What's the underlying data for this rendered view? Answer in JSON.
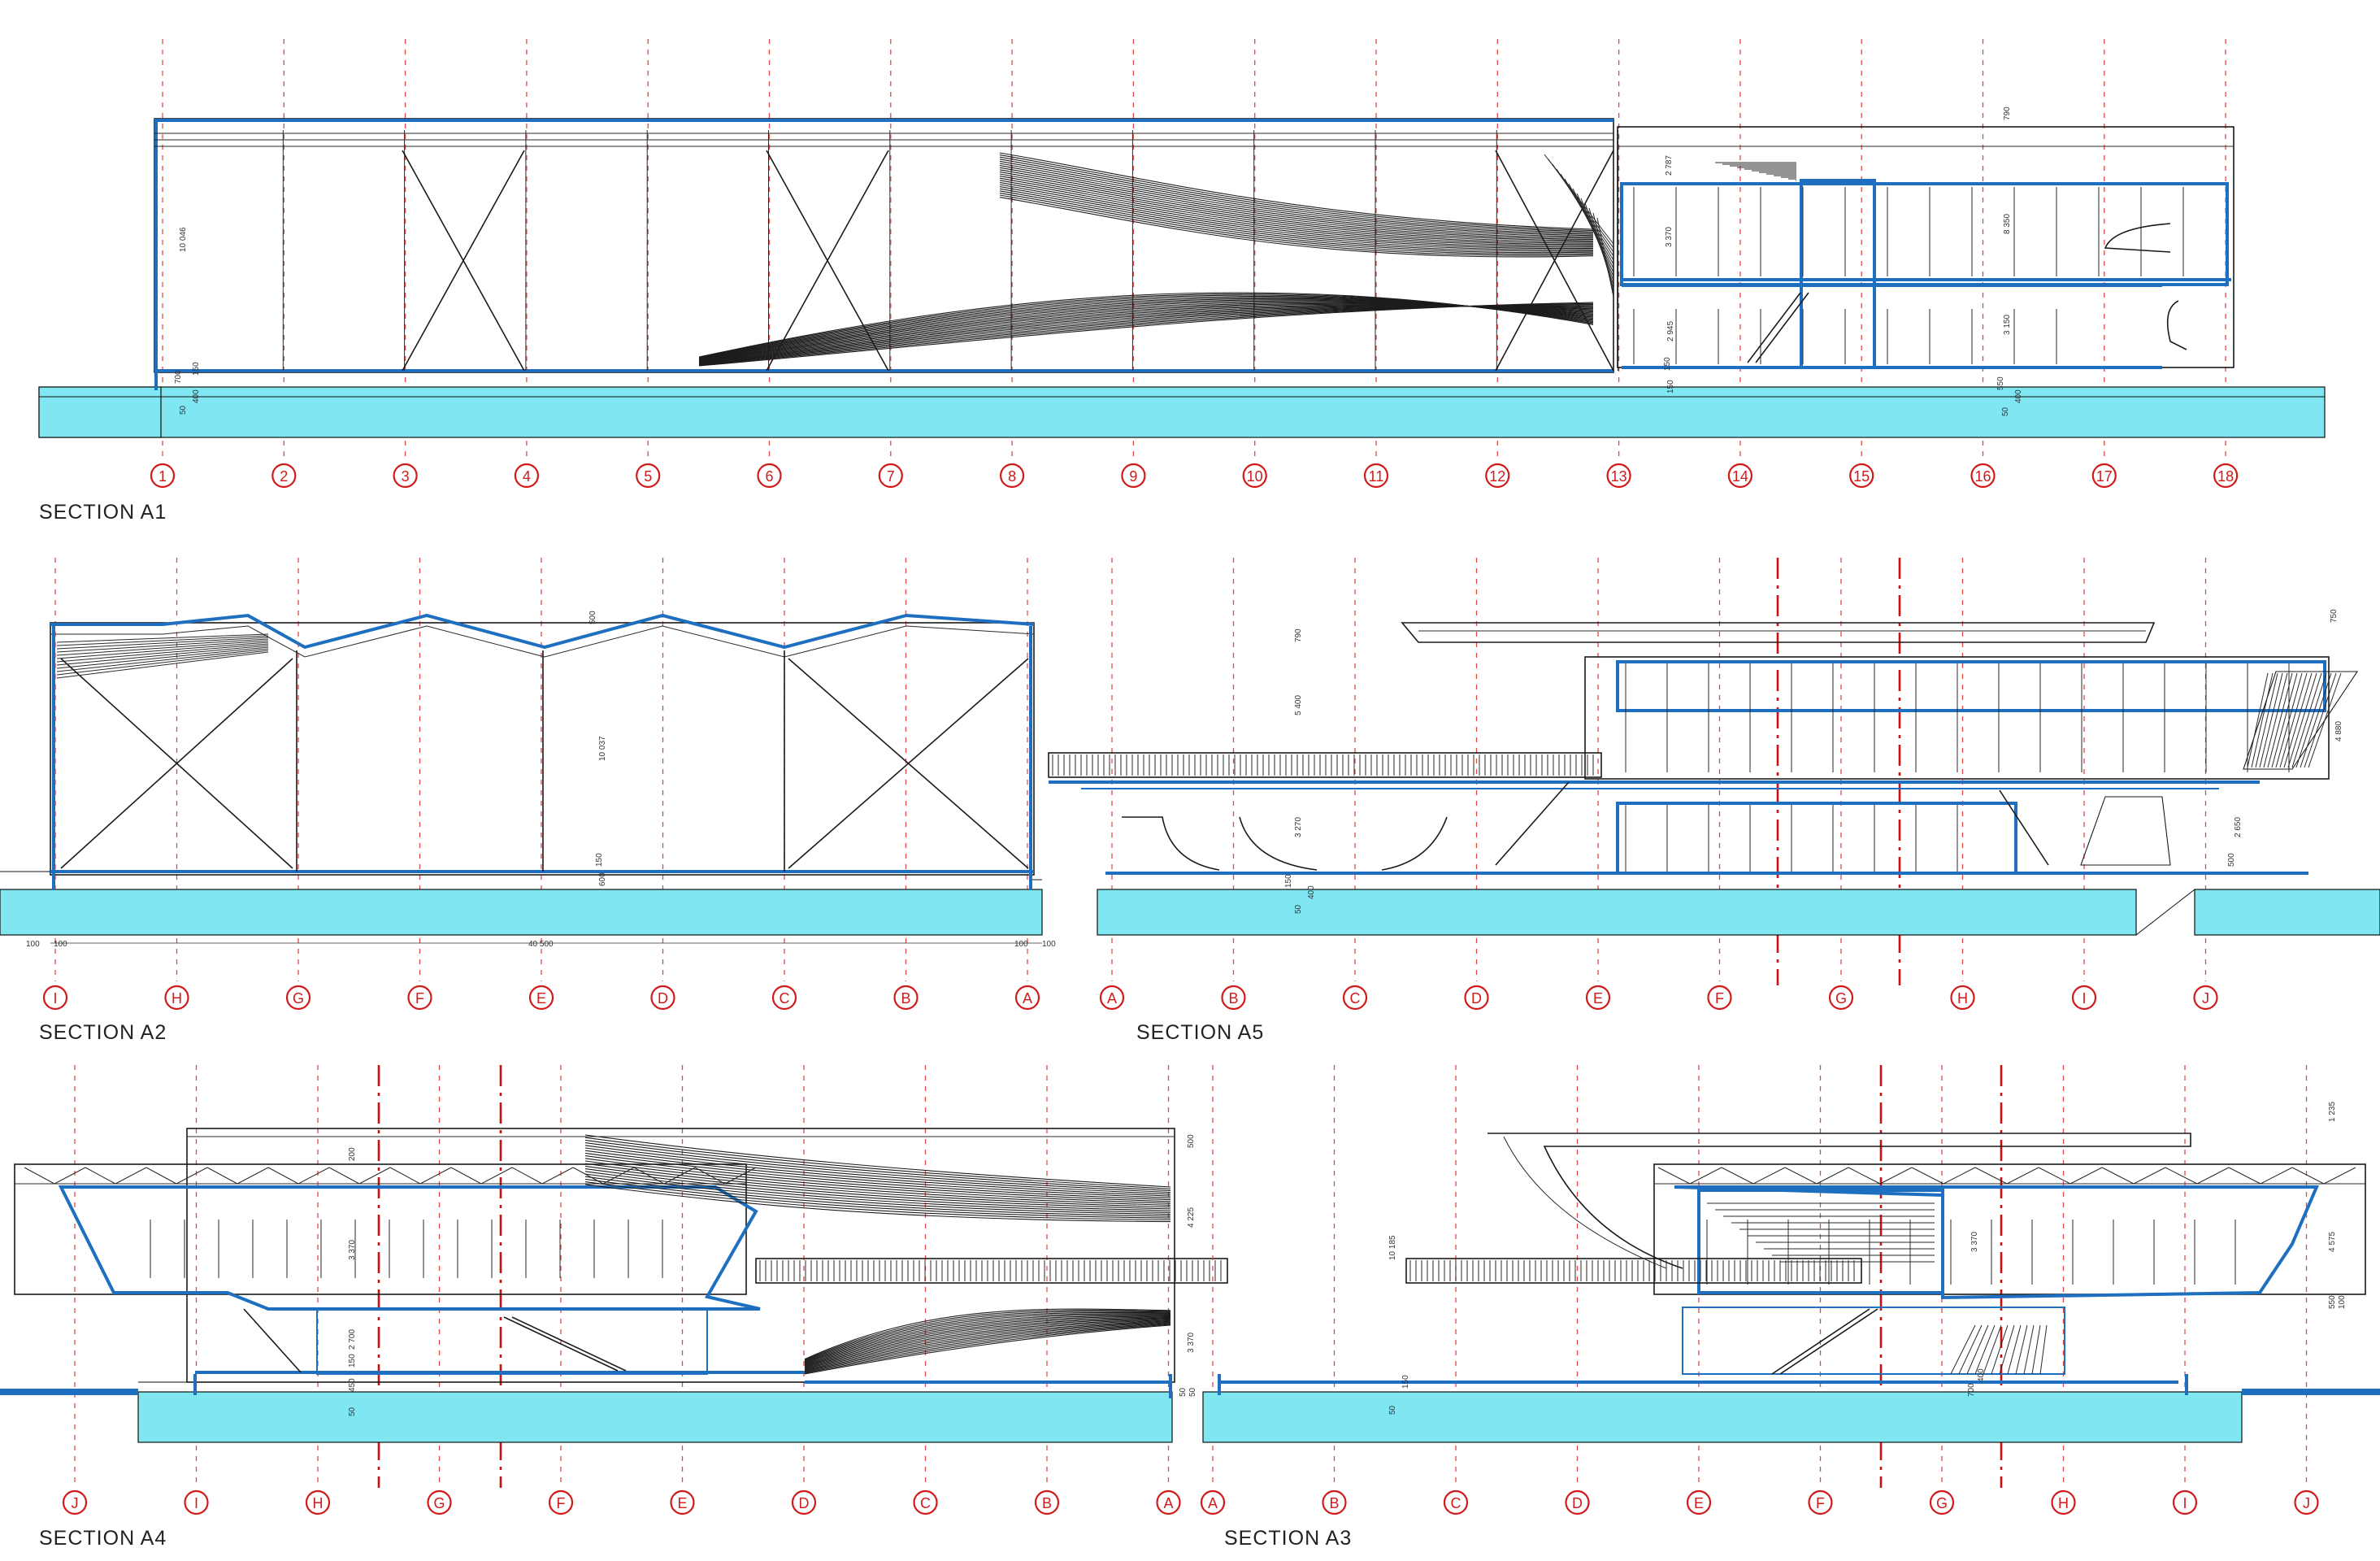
{
  "sections": [
    {
      "id": "a1",
      "title": "SECTION A1",
      "grid": [
        "1",
        "2",
        "3",
        "4",
        "5",
        "6",
        "7",
        "8",
        "9",
        "10",
        "11",
        "12",
        "13",
        "14",
        "15",
        "16",
        "17",
        "18"
      ],
      "dims": [
        "10 046",
        "700",
        "150",
        "50",
        "400",
        "790",
        "2 787",
        "3 370",
        "2 945",
        "150",
        "550",
        "3 150",
        "8 350",
        "50",
        "400",
        "150"
      ]
    },
    {
      "id": "a2",
      "title": "SECTION A2",
      "grid": [
        "I",
        "H",
        "G",
        "F",
        "E",
        "D",
        "C",
        "B",
        "A"
      ],
      "dims": [
        "100",
        "100",
        "40 500",
        "100",
        "100",
        "10 037",
        "150",
        "600",
        "500"
      ]
    },
    {
      "id": "a5",
      "title": "SECTION A5",
      "grid": [
        "A",
        "B",
        "C",
        "D",
        "E",
        "F",
        "G",
        "H",
        "I",
        "J"
      ],
      "dims": [
        "790",
        "5 400",
        "3 270",
        "150",
        "50",
        "400",
        "750",
        "4 880",
        "2 650",
        "500"
      ]
    },
    {
      "id": "a4",
      "title": "SECTION A4",
      "grid": [
        "J",
        "I",
        "H",
        "G",
        "F",
        "E",
        "D",
        "C",
        "B",
        "A"
      ],
      "dims": [
        "3 370",
        "2 700",
        "150",
        "450",
        "50",
        "500",
        "4 225",
        "3 370",
        "200",
        "50",
        "50"
      ]
    },
    {
      "id": "a3",
      "title": "SECTION A3",
      "grid": [
        "A",
        "B",
        "C",
        "D",
        "E",
        "F",
        "G",
        "H",
        "I",
        "J"
      ],
      "dims": [
        "10 185",
        "1 235",
        "4 575",
        "3 370",
        "550",
        "100",
        "700",
        "400",
        "150",
        "50"
      ]
    }
  ],
  "colors": {
    "grid_bubble": "#d11a1a",
    "grid_line": "#e04848",
    "structure_highlight": "#1f6fc0",
    "ground_fill": "#7fe6f2",
    "linework": "#1a1a1a"
  }
}
